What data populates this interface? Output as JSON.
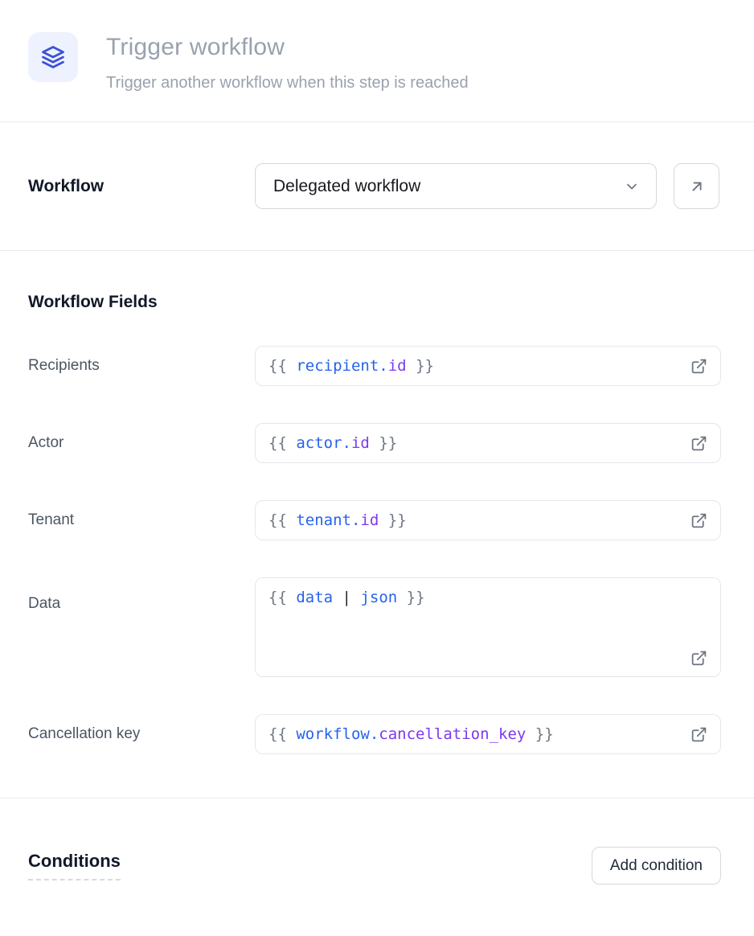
{
  "header": {
    "icon": "layers-icon",
    "title": "Trigger workflow",
    "subtitle": "Trigger another workflow when this step is reached"
  },
  "workflow_selector": {
    "label": "Workflow",
    "selected_option": "Delegated workflow",
    "chevron_icon": "chevron-down-icon",
    "open_icon": "arrow-up-right-icon"
  },
  "workflow_fields": {
    "heading": "Workflow Fields",
    "external_icon": "external-link-icon",
    "fields": [
      {
        "label": "Recipients",
        "multiline": false,
        "value": "{{ recipient.id }}",
        "tokens": [
          {
            "t": "delim",
            "v": "{{ "
          },
          {
            "t": "var",
            "v": "recipient"
          },
          {
            "t": "dot",
            "v": "."
          },
          {
            "t": "prop",
            "v": "id"
          },
          {
            "t": "delim",
            "v": " }}"
          }
        ]
      },
      {
        "label": "Actor",
        "multiline": false,
        "value": "{{ actor.id }}",
        "tokens": [
          {
            "t": "delim",
            "v": "{{ "
          },
          {
            "t": "var",
            "v": "actor"
          },
          {
            "t": "dot",
            "v": "."
          },
          {
            "t": "prop",
            "v": "id"
          },
          {
            "t": "delim",
            "v": " }}"
          }
        ]
      },
      {
        "label": "Tenant",
        "multiline": false,
        "value": "{{ tenant.id }}",
        "tokens": [
          {
            "t": "delim",
            "v": "{{ "
          },
          {
            "t": "var",
            "v": "tenant"
          },
          {
            "t": "dot",
            "v": "."
          },
          {
            "t": "prop",
            "v": "id"
          },
          {
            "t": "delim",
            "v": " }}"
          }
        ]
      },
      {
        "label": "Data",
        "multiline": true,
        "value": "{{ data | json }}",
        "tokens": [
          {
            "t": "delim",
            "v": "{{ "
          },
          {
            "t": "var",
            "v": "data"
          },
          {
            "t": "plain",
            "v": " "
          },
          {
            "t": "pipe",
            "v": "|"
          },
          {
            "t": "plain",
            "v": " "
          },
          {
            "t": "var",
            "v": "json"
          },
          {
            "t": "delim",
            "v": " }}"
          }
        ]
      },
      {
        "label": "Cancellation key",
        "multiline": false,
        "value": "{{ workflow.cancellation_key }}",
        "tokens": [
          {
            "t": "delim",
            "v": "{{ "
          },
          {
            "t": "var",
            "v": "workflow"
          },
          {
            "t": "dot",
            "v": "."
          },
          {
            "t": "prop",
            "v": "cancellation_key"
          },
          {
            "t": "delim",
            "v": " }}"
          }
        ]
      }
    ]
  },
  "conditions": {
    "heading": "Conditions",
    "add_button_label": "Add condition"
  },
  "colors": {
    "icon_tile_bg": "#eef2ff",
    "icon_blue": "#3b52d4",
    "token_blue": "#2563eb",
    "token_purple": "#7c3aed",
    "token_gray": "#6e7781",
    "muted_text": "#9aa1ae",
    "border": "#d4d8dd"
  }
}
